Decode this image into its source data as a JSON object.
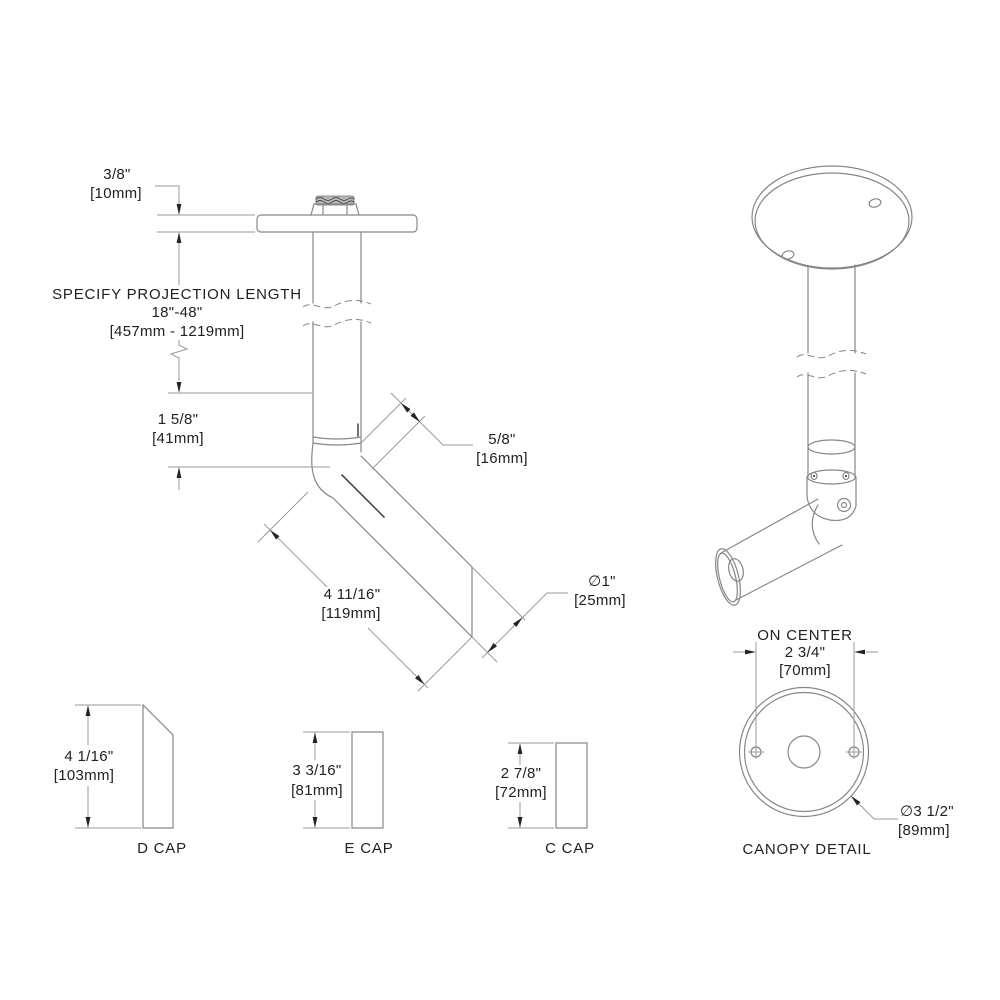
{
  "side_view": {
    "thickness": {
      "in": "3/8\"",
      "mm": "[10mm]"
    },
    "projection": {
      "line1": "SPECIFY PROJECTION LENGTH",
      "line2": "18\"-48\"",
      "line3": "[457mm - 1219mm]"
    },
    "elbow_offset": {
      "in": "1 5/8\"",
      "mm": "[41mm]"
    },
    "collar": {
      "in": "5/8\"",
      "mm": "[16mm]"
    },
    "arm": {
      "in": "4 11/16\"",
      "mm": "[119mm]"
    },
    "diameter": {
      "in": "∅1\"",
      "mm": "[25mm]"
    }
  },
  "caps": [
    {
      "label": "D CAP",
      "in": "4 1/16\"",
      "mm": "[103mm]"
    },
    {
      "label": "E CAP",
      "in": "3 3/16\"",
      "mm": "[81mm]"
    },
    {
      "label": "C CAP",
      "in": "2 7/8\"",
      "mm": "[72mm]"
    }
  ],
  "canopy_detail": {
    "title": "CANOPY DETAIL",
    "on_center": {
      "line1": "ON CENTER",
      "line2": "2 3/4\"",
      "line3": "[70mm]"
    },
    "diameter": {
      "in": "∅3 1/2\"",
      "mm": "[89mm]"
    }
  }
}
